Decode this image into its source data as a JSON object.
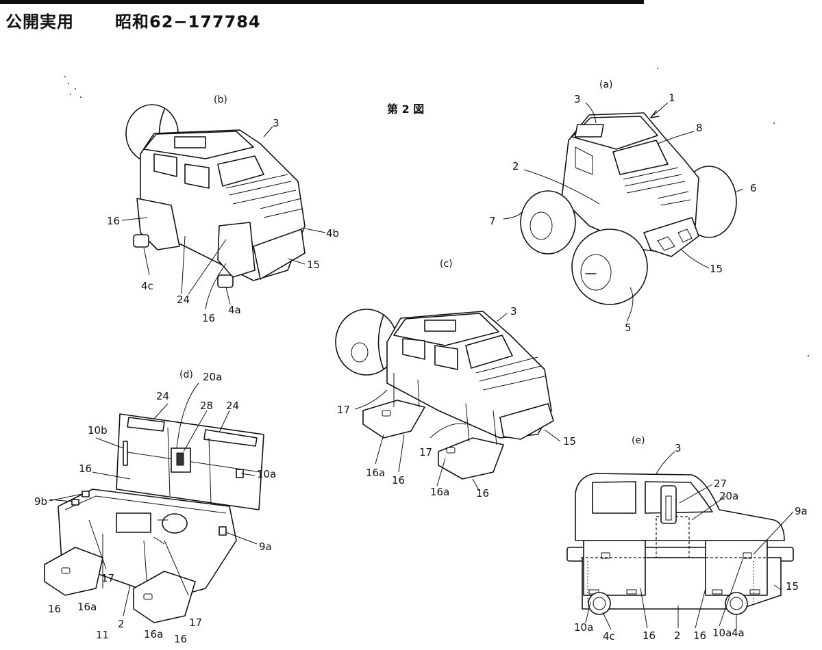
{
  "header": {
    "publication": "公開実用",
    "number": "昭和62−177784"
  },
  "figure": {
    "title": "第 2 図"
  },
  "panels": {
    "a": "(a)",
    "b": "(b)",
    "c": "(c)",
    "d": "(d)",
    "e": "(e)"
  },
  "labels": {
    "a_1": "1",
    "a_3": "3",
    "a_8": "8",
    "a_2": "2",
    "a_6": "6",
    "a_7": "7",
    "a_15": "15",
    "a_5": "5",
    "b_3": "3",
    "b_16_left": "16",
    "b_4b": "4b",
    "b_15": "15",
    "b_4c": "4c",
    "b_24": "24",
    "b_16_bottom": "16",
    "b_4a": "4a",
    "c_3": "3",
    "c_17_left": "17",
    "c_17_mid": "17",
    "c_15": "15",
    "c_16a_left": "16a",
    "c_16_left": "16",
    "c_16a_right": "16a",
    "c_16_right": "16",
    "d_20a": "20a",
    "d_24_left": "24",
    "d_28": "28",
    "d_24_right": "24",
    "d_10b": "10b",
    "d_16_top": "16",
    "d_10a": "10a",
    "d_9b": "9b",
    "d_9a": "9a",
    "d_16_left": "16",
    "d_16a_left": "16a",
    "d_17_left": "17",
    "d_2": "2",
    "d_11": "11",
    "d_16a_bottom": "16a",
    "d_16_bottom": "16",
    "d_17_right": "17",
    "e_3": "3",
    "e_27": "27",
    "e_20a": "20a",
    "e_9a": "9a",
    "e_15": "15",
    "e_10a_left": "10a",
    "e_4c": "4c",
    "e_16_left": "16",
    "e_2": "2",
    "e_16_right": "16",
    "e_10a_right": "10a",
    "e_4a": "4a"
  }
}
